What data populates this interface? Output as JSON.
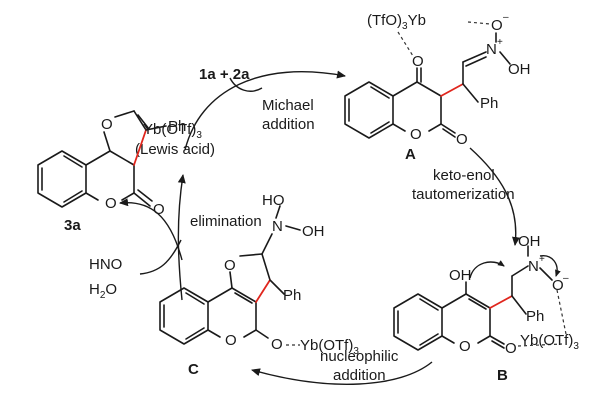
{
  "catalyst": {
    "line1": "Yb(OTf)",
    "sub": "3",
    "line2": "(Lewis acid)"
  },
  "reagents": "1a + 2a",
  "steps": {
    "michael": [
      "Michael",
      "addition"
    ],
    "tautomer": [
      "keto-enol",
      "tautomerization"
    ],
    "nucleophilic": [
      "nucleophilic",
      "addition"
    ],
    "elimination": "elimination"
  },
  "byproducts": {
    "hno": "HNO",
    "water": "H",
    "water_sub": "2",
    "water_end": "O"
  },
  "labels": {
    "product": "3a",
    "A": "A",
    "B": "B",
    "C": "C"
  },
  "atoms": {
    "O": "O",
    "Ph": "Ph",
    "OH": "OH",
    "HO": "HO",
    "N": "N",
    "plus": "+",
    "minus": "–",
    "TfO3Yb": "(TfO)",
    "TfO3Yb_sub": "3",
    "TfO3Yb_end": "Yb",
    "YbOTf3": "Yb(OTf)",
    "YbOTf3_sub": "3"
  },
  "colors": {
    "highlight_bond": "#e0261d",
    "ink": "#1a1a1a"
  }
}
